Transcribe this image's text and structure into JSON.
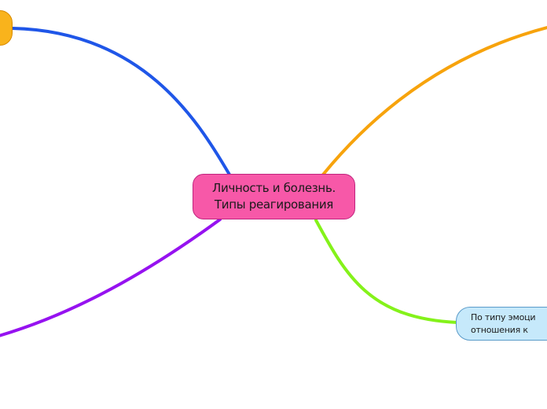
{
  "central_topic": {
    "text": "Личность и болезнь.\nТипы реагирования",
    "fill": "#f758a8"
  },
  "branches": [
    {
      "id": "top-left",
      "color": "#1f56e8"
    },
    {
      "id": "top-right",
      "color": "#f7a30c"
    },
    {
      "id": "bottom-left",
      "color": "#9612f0"
    },
    {
      "id": "bottom-right",
      "color": "#84f21a"
    }
  ],
  "subtopics": {
    "emotional": {
      "text": "По типу эмоци\n отношения к",
      "fill": "#c6e9fb"
    },
    "top_left_stub": {
      "fill": "#f9b31c"
    }
  }
}
